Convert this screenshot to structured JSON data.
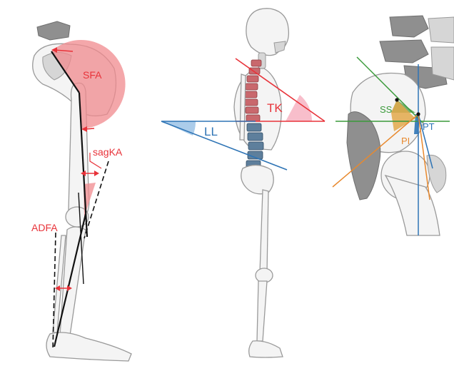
{
  "colors": {
    "red": "#e8333a",
    "red_fill": "#f08a8e",
    "blue": "#2e74b5",
    "blue_fill": "#9cc3e6",
    "green": "#3a9a3a",
    "orange": "#e8892e",
    "black": "#111111"
  },
  "panels": {
    "leg": {
      "labels": {
        "sfa": "SFA",
        "sagka": "sagKA",
        "adfa": "ADFA"
      }
    },
    "spine": {
      "labels": {
        "tk": "TK",
        "ll": "LL"
      }
    },
    "pelvis": {
      "labels": {
        "ss": "SS",
        "pt": "PT",
        "pi": "PI"
      }
    }
  }
}
